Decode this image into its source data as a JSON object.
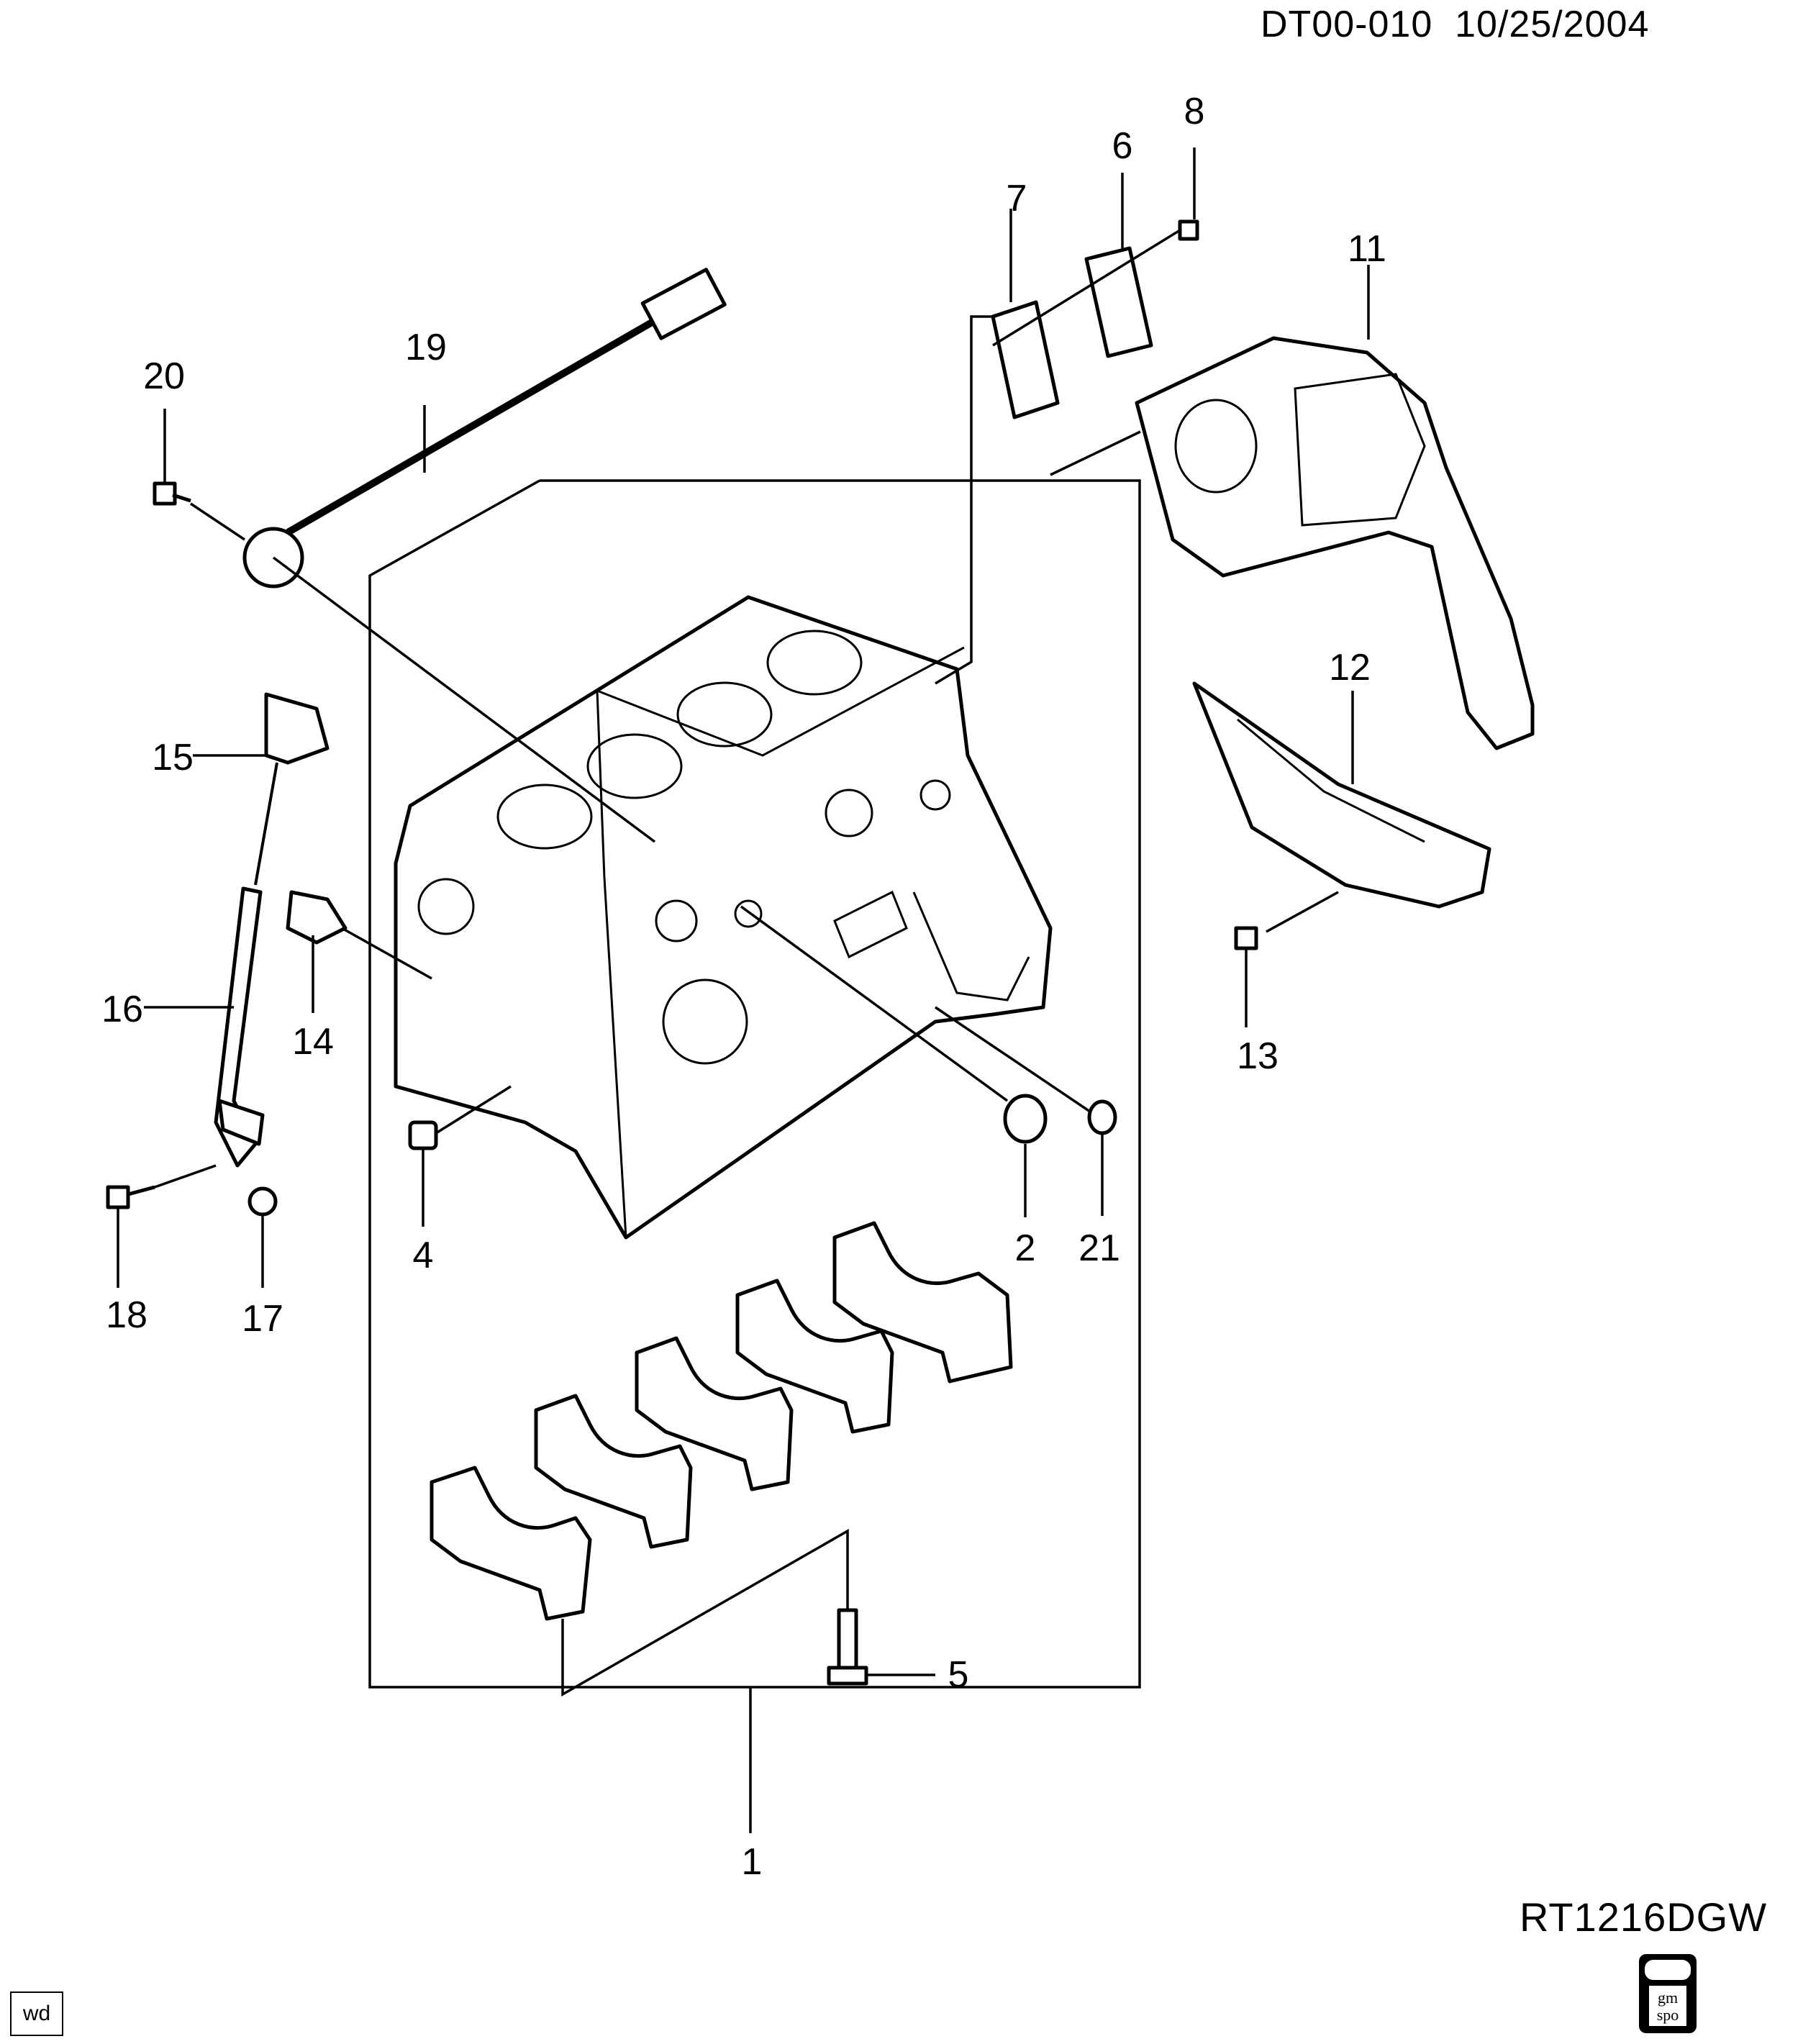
{
  "header": {
    "doc_code": "DT00-010",
    "date": "10/25/2004"
  },
  "footer": {
    "ref_code": "RT1216DGW",
    "corner_tag": "wd",
    "logo_text": "gm spo"
  },
  "callouts": [
    "1",
    "2",
    "4",
    "5",
    "6",
    "7",
    "8",
    "11",
    "12",
    "13",
    "14",
    "15",
    "16",
    "17",
    "18",
    "19",
    "20",
    "21"
  ]
}
